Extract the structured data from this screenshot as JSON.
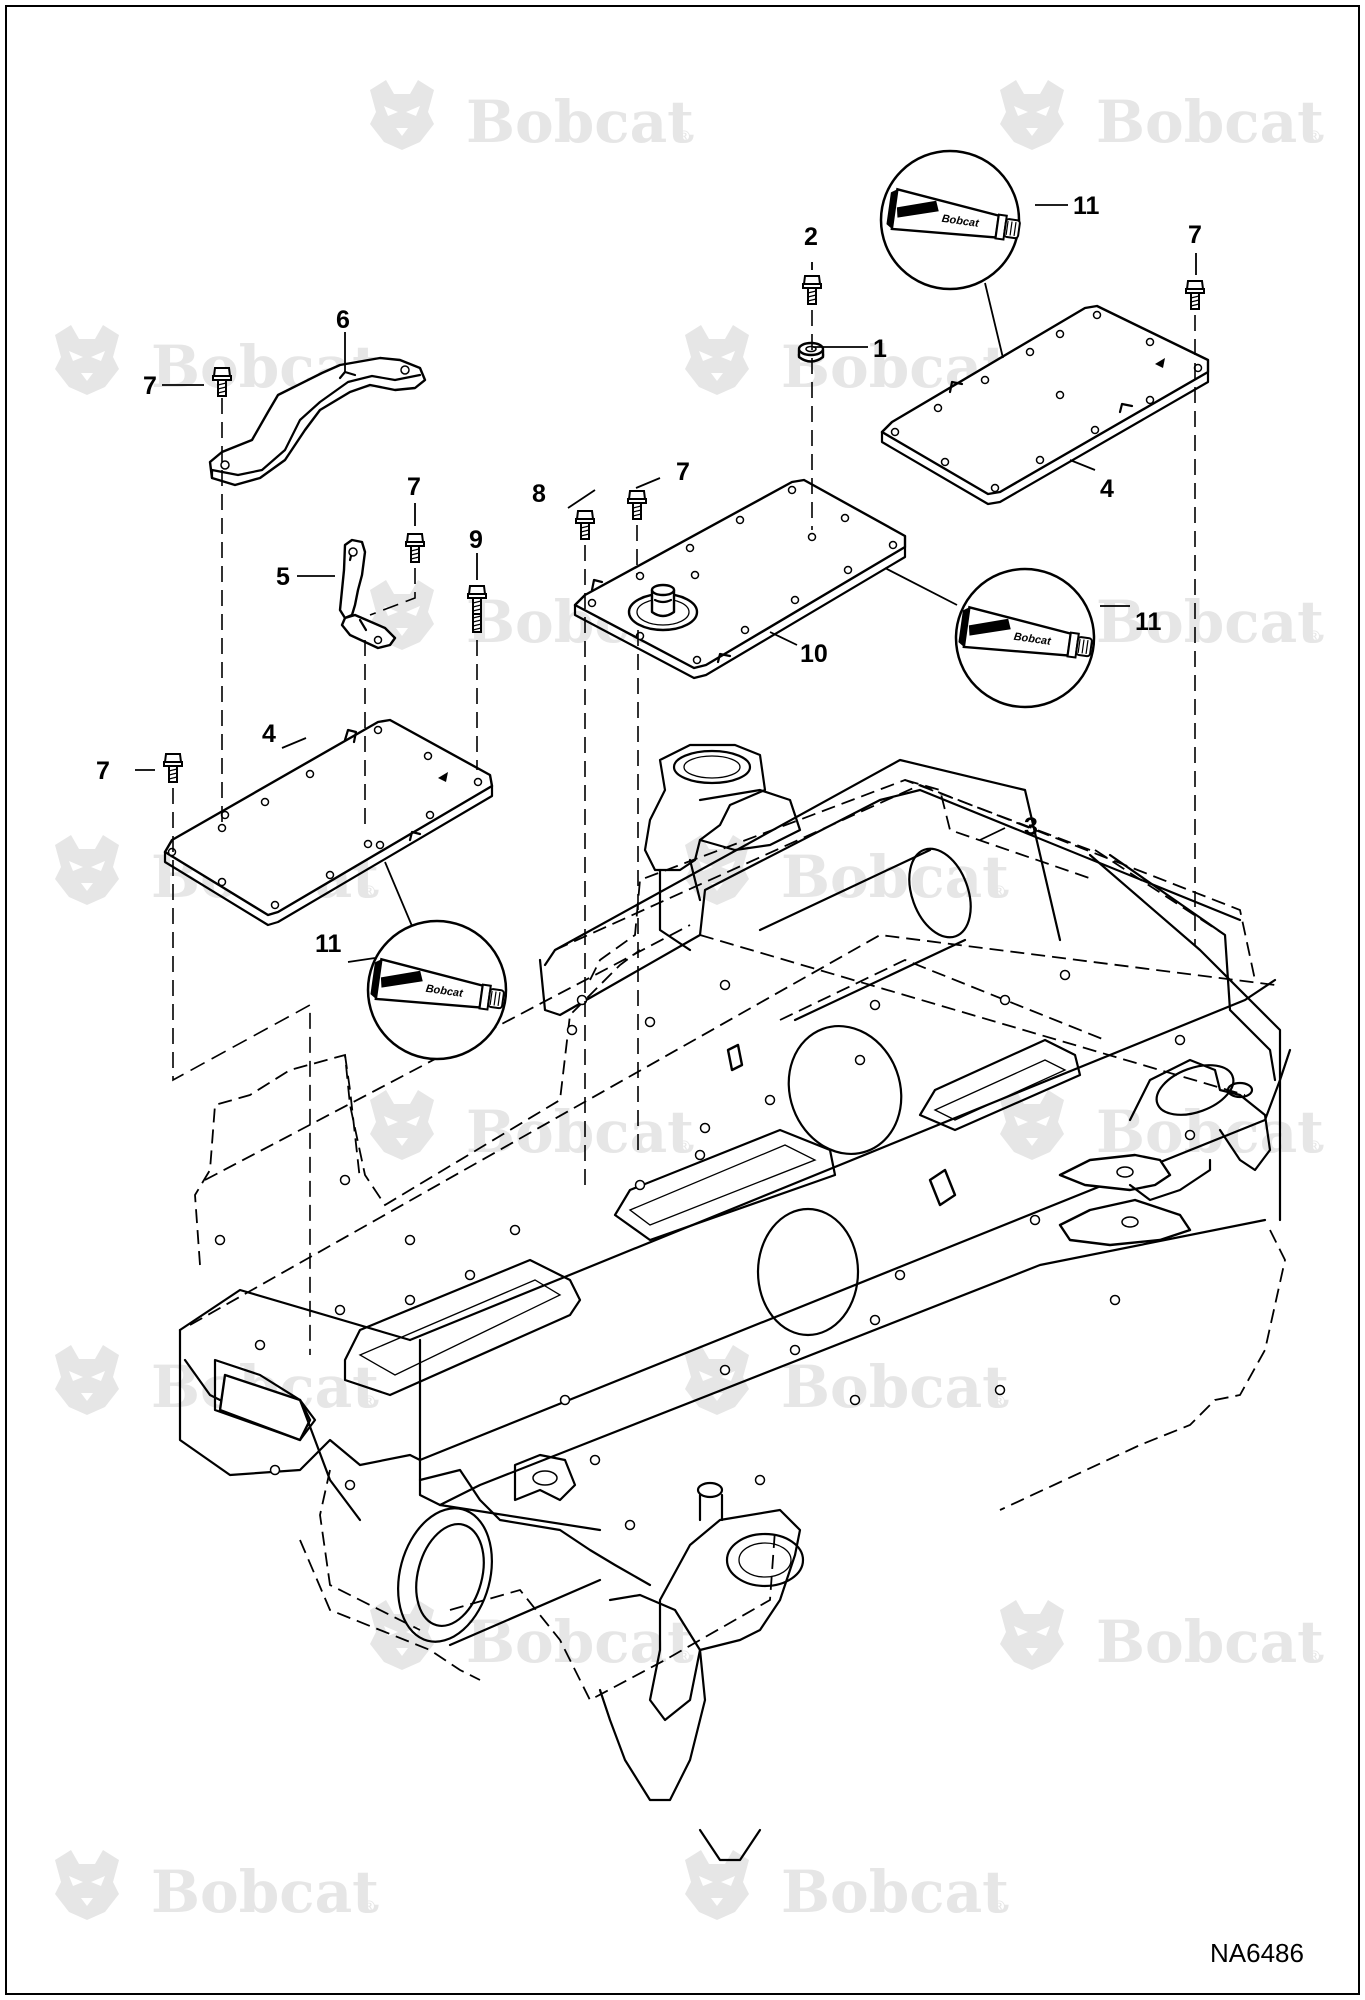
{
  "watermark": {
    "brand": "Bobcat",
    "mark": "®"
  },
  "drawing_id": "NA6486",
  "callouts": [
    {
      "key": "c1",
      "text": "1"
    },
    {
      "key": "c2",
      "text": "2"
    },
    {
      "key": "c3",
      "text": "3"
    },
    {
      "key": "c4a",
      "text": "4"
    },
    {
      "key": "c4b",
      "text": "4"
    },
    {
      "key": "c5",
      "text": "5"
    },
    {
      "key": "c6",
      "text": "6"
    },
    {
      "key": "c7a",
      "text": "7"
    },
    {
      "key": "c7b",
      "text": "7"
    },
    {
      "key": "c7c",
      "text": "7"
    },
    {
      "key": "c7d",
      "text": "7"
    },
    {
      "key": "c7e",
      "text": "7"
    },
    {
      "key": "c8",
      "text": "8"
    },
    {
      "key": "c9",
      "text": "9"
    },
    {
      "key": "c10",
      "text": "10"
    },
    {
      "key": "c11a",
      "text": "11"
    },
    {
      "key": "c11b",
      "text": "11"
    },
    {
      "key": "c11c",
      "text": "11"
    }
  ],
  "tube_label": "Bobcat",
  "colors": {
    "line": "#000000",
    "background": "#ffffff",
    "watermark": "#e6e6e6"
  }
}
